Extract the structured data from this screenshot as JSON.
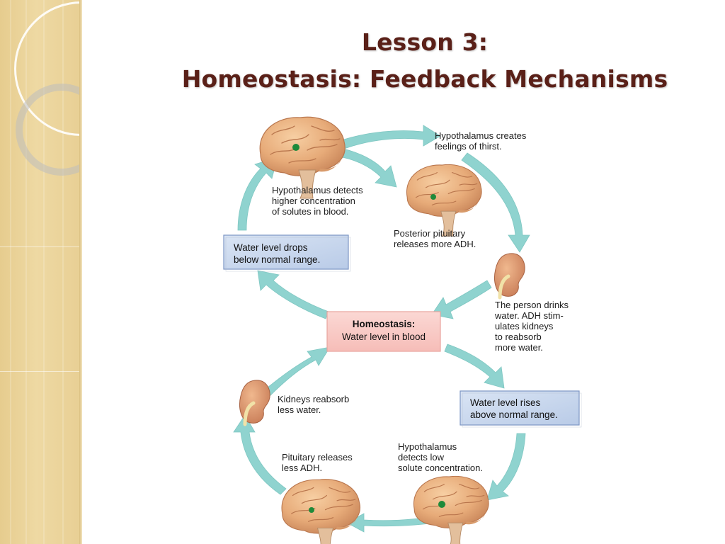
{
  "slide": {
    "title_line1": "Lesson 3:",
    "title_line2": "Homeostasis:  Feedback Mechanisms"
  },
  "diagram": {
    "center_box": {
      "heading": "Homeostasis:",
      "text": "Water level in blood"
    },
    "box_drop": {
      "line1": "Water level drops",
      "line2": "below normal range."
    },
    "box_rise": {
      "line1": "Water level rises",
      "line2": "above normal range."
    },
    "upper_loop": {
      "detects_high": {
        "line1": "Hypothalamus detects",
        "line2": "higher concentration",
        "line3": "of solutes in blood."
      },
      "thirst": {
        "line1": "Hypothalamus creates",
        "line2": "feelings of thirst."
      },
      "more_adh": {
        "line1": "Posterior pituitary",
        "line2": "releases more ADH."
      },
      "drinks": {
        "line1": "The person drinks",
        "line2": "water. ADH stim-",
        "line3": "ulates kidneys",
        "line4": "to reabsorb",
        "line5": "more water."
      }
    },
    "lower_loop": {
      "detects_low": {
        "line1": "Hypothalamus",
        "line2": "detects low",
        "line3": "solute concentration."
      },
      "less_adh": {
        "line1": "Pituitary releases",
        "line2": "less ADH."
      },
      "reabsorb_less": {
        "line1": "Kidneys reabsorb",
        "line2": "less water."
      }
    }
  },
  "colors": {
    "title": "#5a2018",
    "arrow": "#8fd3cf",
    "blue_box": "#c7d7ee",
    "pink_box": "#f9c9c5",
    "brain": "#e7ab79",
    "kidney": "#d6906a",
    "hypothalamus_dot": "#1f8a3a"
  }
}
